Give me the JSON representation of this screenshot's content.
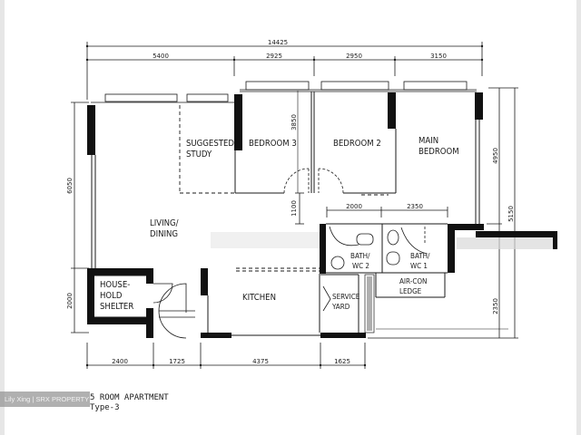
{
  "plan": {
    "title": "5 ROOM APARTMENT",
    "subtitle": "Type-3",
    "watermark": "Lily Xing | SRX PROPERTY"
  },
  "rooms": {
    "suggested_study": [
      "SUGGESTED",
      "STUDY"
    ],
    "bedroom3": "BEDROOM 3",
    "bedroom2": "BEDROOM 2",
    "main_bedroom": [
      "MAIN",
      "BEDROOM"
    ],
    "living_dining": [
      "LIVING/",
      "DINING"
    ],
    "household_shelter": [
      "HOUSE-",
      "HOLD",
      "SHELTER"
    ],
    "kitchen": "KITCHEN",
    "service_yard": [
      "SERVICE",
      "YARD"
    ],
    "bath_wc2": [
      "BATH/",
      "WC 2"
    ],
    "bath_wc1": [
      "BATH/",
      "WC 1"
    ],
    "aircon_ledge": [
      "AIR-CON",
      "LEDGE"
    ]
  },
  "dimensions": {
    "top_total": "14425",
    "top_segments": [
      "5400",
      "2925",
      "2950",
      "3150"
    ],
    "bottom_segments": [
      "2400",
      "1725",
      "4375",
      "1625"
    ],
    "left": [
      "6050",
      "2000"
    ],
    "right_inner": [
      "4950",
      "2350"
    ],
    "right_outer": "5150",
    "bedroom3_depth": "3850",
    "corridor": "1100",
    "bath_widths": [
      "2000",
      "2350"
    ]
  },
  "colors": {
    "ink": "#1a1a1a",
    "wall": "#111111",
    "background": "#ffffff"
  }
}
